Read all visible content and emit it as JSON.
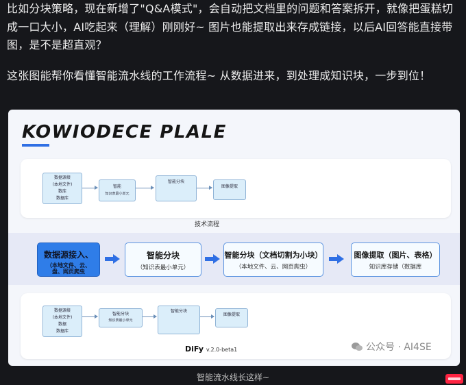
{
  "post": {
    "paragraph1": "比如分块策略，现在新增了\"Q&A模式\"，会自动把文档里的问题和答案拆开，就像把蛋糕切成一口大小，AI吃起来（理解）刚刚好~ 图片也能提取出来存成链接，以后AI回答能直接带图，是不是超直观？",
    "paragraph2": "这张图能帮你看懂智能流水线的工作流程~ 从数据进来，到处理成知识块，一步到位！"
  },
  "image": {
    "title": "KOWIODECE PLALE",
    "top_panel_caption": "技术流程",
    "top_nodes": [
      {
        "l1": "数据源接",
        "l2": "(本地文件)",
        "l3": "数库",
        "l4": "数据库"
      },
      {
        "l1": "智能",
        "l2": "知识表最小单元"
      },
      {
        "l1": "智能分块",
        "l2": "",
        "l3": ""
      },
      {
        "l1": "图像提取",
        "l2": ""
      }
    ],
    "flow_boxes": [
      {
        "title": "数据源接入、",
        "sub": "（本地文件、云、盘、网页爬虫"
      },
      {
        "title": "智能分块",
        "sub": "（知识表最小单元）"
      },
      {
        "title": "智能分块（文档切割为小块）",
        "sub": "（本地文件、云、网页爬虫）"
      },
      {
        "title": "图像提取（图片、表格）",
        "sub": "知识库存储（数据库"
      }
    ],
    "bottom_nodes": [
      {
        "l1": "数据源接",
        "l2": "(本地文件)",
        "l3": "数据",
        "l4": "数据库"
      },
      {
        "l1": "智能分块",
        "l2": "知识表最小单元"
      },
      {
        "l1": "智能分块",
        "l2": ""
      },
      {
        "l1": "图像提取",
        "l2": ""
      }
    ],
    "bottom_label": "DiFy",
    "bottom_version": "v.2.0-beta1",
    "watermark": "公众号 · AI4SE"
  },
  "caption": "智能流水线长这样~",
  "colors": {
    "accent": "#2f7de8",
    "node_fill": "#dbeefa",
    "background": "#16171b"
  }
}
